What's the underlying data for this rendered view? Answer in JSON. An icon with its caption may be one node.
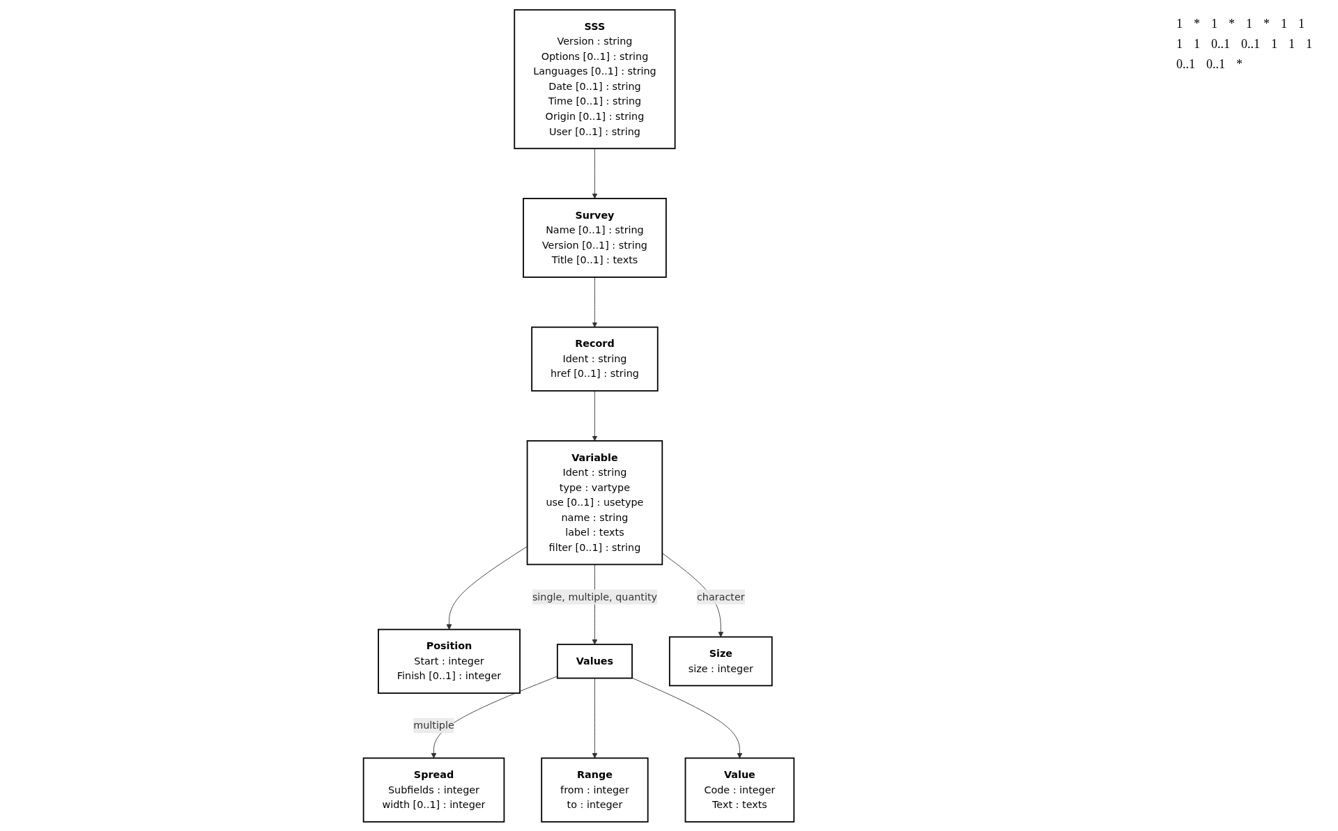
{
  "diagram": {
    "nodes": [
      {
        "text": [
          "SSS",
          "Version : string",
          "Options [0..1] : string",
          "Languages [0..1] : string",
          "Date [0..1] : string",
          "Time [0..1] : string",
          "Origin [0..1] : string",
          "User [0..1] : string"
        ]
      },
      {
        "text": [
          "Survey",
          "Name [0..1] : string",
          "Version [0..1] : string",
          "Title [0..1] : texts"
        ]
      },
      {
        "text": [
          "Record",
          "Ident : string",
          "href [0..1] : string"
        ]
      },
      {
        "text": [
          "Variable",
          "Ident : string",
          "type : vartype",
          "use [0..1] : usetype",
          "name : string",
          "label : texts",
          "filter [0..1] : string"
        ]
      },
      {
        "text": [
          "Position",
          "Start : integer",
          "Finish [0..1] : integer"
        ]
      },
      {
        "text": [
          "Values"
        ]
      },
      {
        "text": [
          "Size",
          "size : integer"
        ]
      },
      {
        "text": [
          "Spread",
          "Subfields : integer",
          "width [0..1] : integer"
        ]
      },
      {
        "text": [
          "Range",
          "from : integer",
          "to : integer"
        ]
      },
      {
        "text": [
          "Value",
          "Code : integer",
          "Text : texts"
        ]
      }
    ],
    "edges": [
      {
        "from": 0,
        "to": 1,
        "arrow": "to"
      },
      {
        "from": 1,
        "to": 2,
        "arrow": "to"
      },
      {
        "from": 2,
        "to": 3,
        "arrow": "to"
      },
      {
        "from": 3,
        "to": 4,
        "arrow": "to"
      },
      {
        "from": 3,
        "to": 5,
        "arrow": "to",
        "label": "single, multiple, quantity"
      },
      {
        "from": 3,
        "to": 6,
        "arrow": "to",
        "label": "character"
      },
      {
        "from": 5,
        "to": 7,
        "arrow": "to",
        "label": "multiple"
      },
      {
        "from": 5,
        "to": 8,
        "arrow": "to"
      },
      {
        "from": 5,
        "to": 9,
        "arrow": "to"
      }
    ],
    "labels": [
      "1",
      "*",
      "1",
      "*",
      "1",
      "*",
      "1",
      "1",
      "1",
      "1",
      "0..1",
      "0..1",
      "1",
      "1",
      "1",
      "0..1",
      "0..1",
      "*"
    ]
  }
}
